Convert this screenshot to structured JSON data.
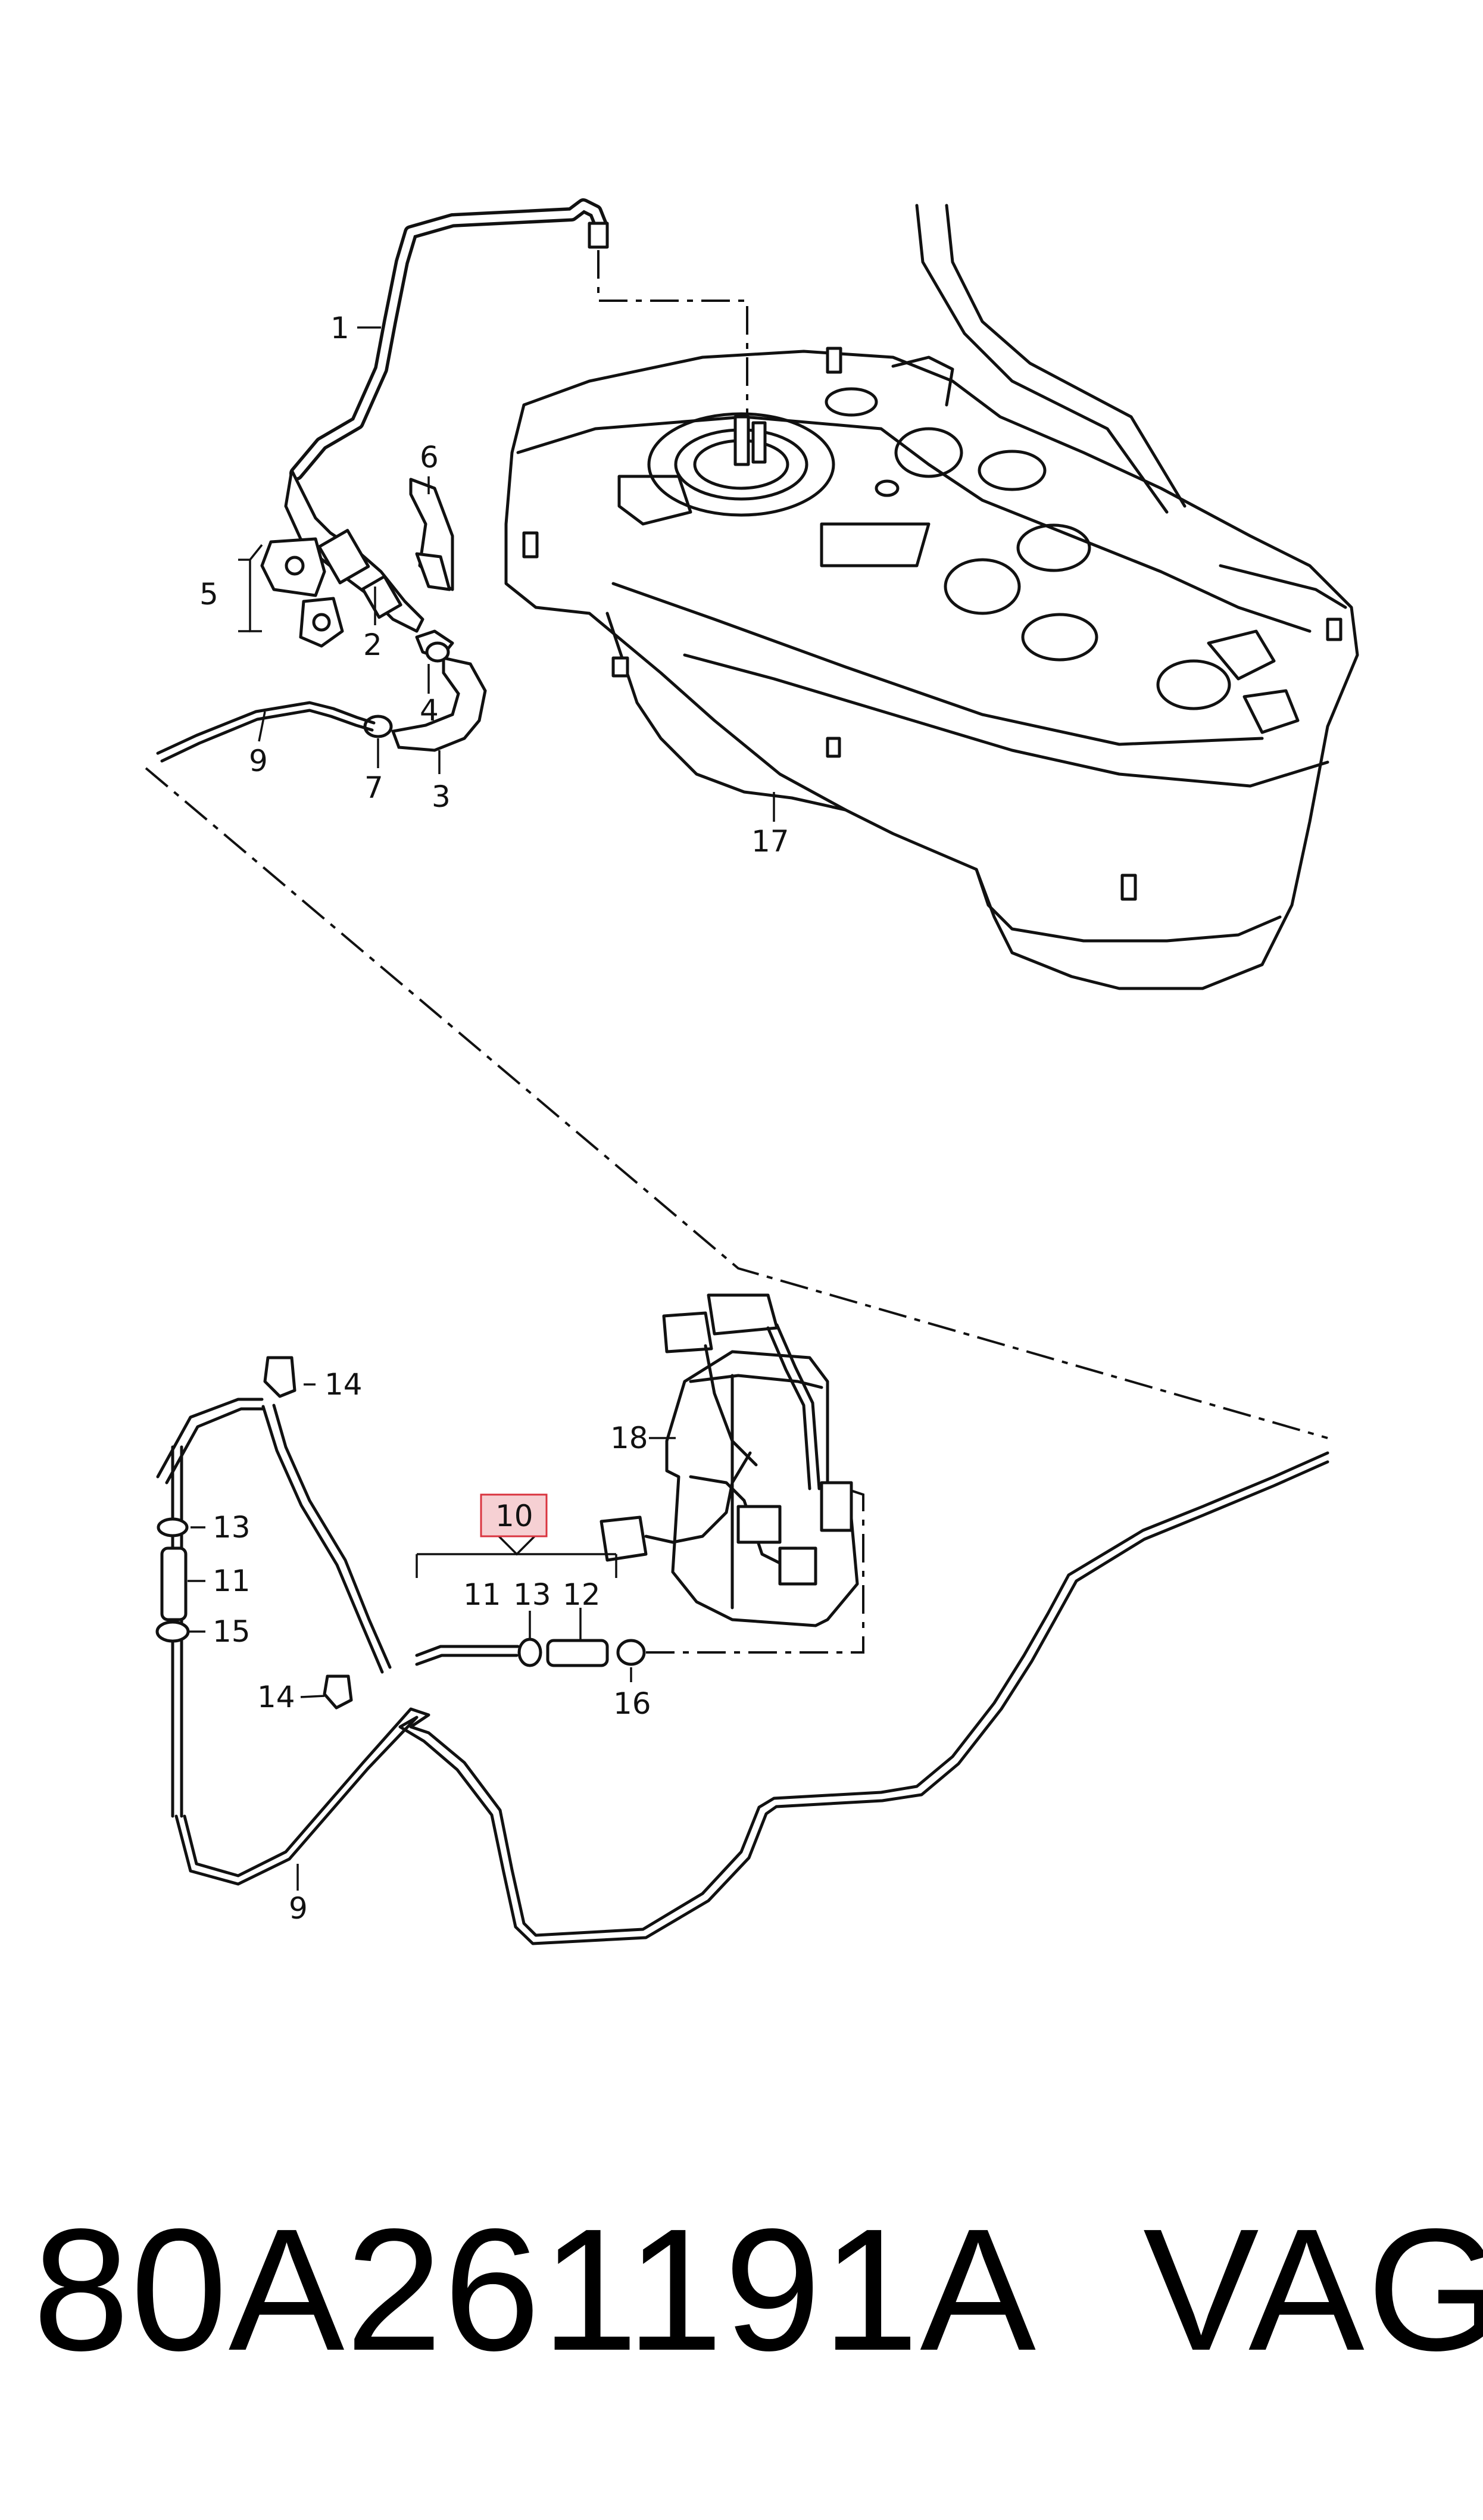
{
  "diagram": {
    "callouts": [
      {
        "id": "c1",
        "label": "1"
      },
      {
        "id": "c2",
        "label": "2"
      },
      {
        "id": "c3",
        "label": "3"
      },
      {
        "id": "c4",
        "label": "4"
      },
      {
        "id": "c5",
        "label": "5"
      },
      {
        "id": "c6",
        "label": "6"
      },
      {
        "id": "c7",
        "label": "7"
      },
      {
        "id": "c9a",
        "label": "9"
      },
      {
        "id": "c17",
        "label": "17"
      },
      {
        "id": "c14a",
        "label": "14"
      },
      {
        "id": "c13a",
        "label": "13"
      },
      {
        "id": "c11a",
        "label": "11"
      },
      {
        "id": "c15",
        "label": "15"
      },
      {
        "id": "c14b",
        "label": "14"
      },
      {
        "id": "c9b",
        "label": "9"
      },
      {
        "id": "c18",
        "label": "18"
      },
      {
        "id": "c10",
        "label": "10"
      },
      {
        "id": "c11b",
        "label": "11"
      },
      {
        "id": "c13b",
        "label": "13"
      },
      {
        "id": "c12",
        "label": "12"
      },
      {
        "id": "c16",
        "label": "16"
      }
    ],
    "highlight_color": "#f6d0d3",
    "highlight_border": "#d9343f"
  },
  "footer": {
    "part_number": "80A261191A",
    "brand": "VAG"
  }
}
